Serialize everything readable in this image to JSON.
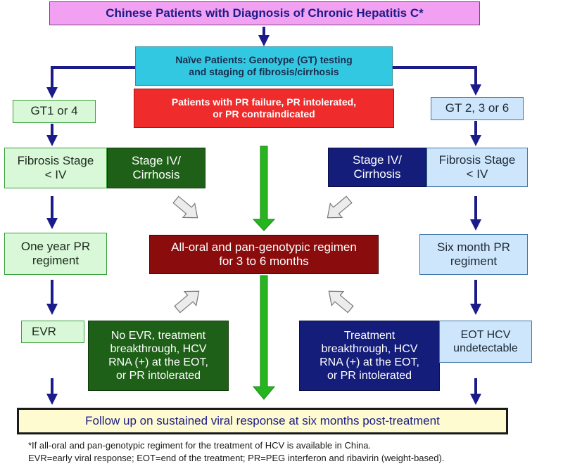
{
  "boxes": {
    "title": "Chinese Patients with Diagnosis of Chronic Hepatitis C*",
    "naive": "Naïve Patients: Genotype (GT) testing\nand staging of fibrosis/cirrhosis",
    "pr_failure": "Patients with PR failure, PR intolerated,\nor PR contraindicated",
    "gt14": "GT1 or 4",
    "gt236": "GT 2, 3 or 6",
    "fibrosis_left": "Fibrosis Stage\n< IV",
    "stage4_left": "Stage IV/\nCirrhosis",
    "stage4_right": "Stage IV/\nCirrhosis",
    "fibrosis_right": "Fibrosis Stage\n< IV",
    "one_year": "One year PR\nregiment",
    "all_oral": "All-oral and pan-genotypic regimen\nfor 3 to 6 months",
    "six_month": "Six month PR\nregiment",
    "evr": "EVR",
    "no_evr": "No EVR,  treatment\nbreakthrough, HCV\nRNA (+) at the EOT,\nor  PR intolerated",
    "treatment_breakthrough": "Treatment\nbreakthrough, HCV\nRNA (+) at the EOT,\nor  PR intolerated",
    "eot_undetectable": "EOT HCV\nundetectable",
    "follow_up": "Follow up on sustained viral response at six months post-treatment"
  },
  "footnotes": {
    "line1": "*If all-oral and pan-genotypic regiment for the treatment of HCV is available in China.",
    "line2": "EVR=early viral response;   EOT=end of the treatment;   PR=PEG interferon and ribavirin (weight-based)."
  },
  "colors": {
    "arrow_navy": "#1b1b8a",
    "arrow_green": "#27b51f",
    "arrow_hollow_fill": "#ececec",
    "arrow_hollow_stroke": "#777777"
  }
}
